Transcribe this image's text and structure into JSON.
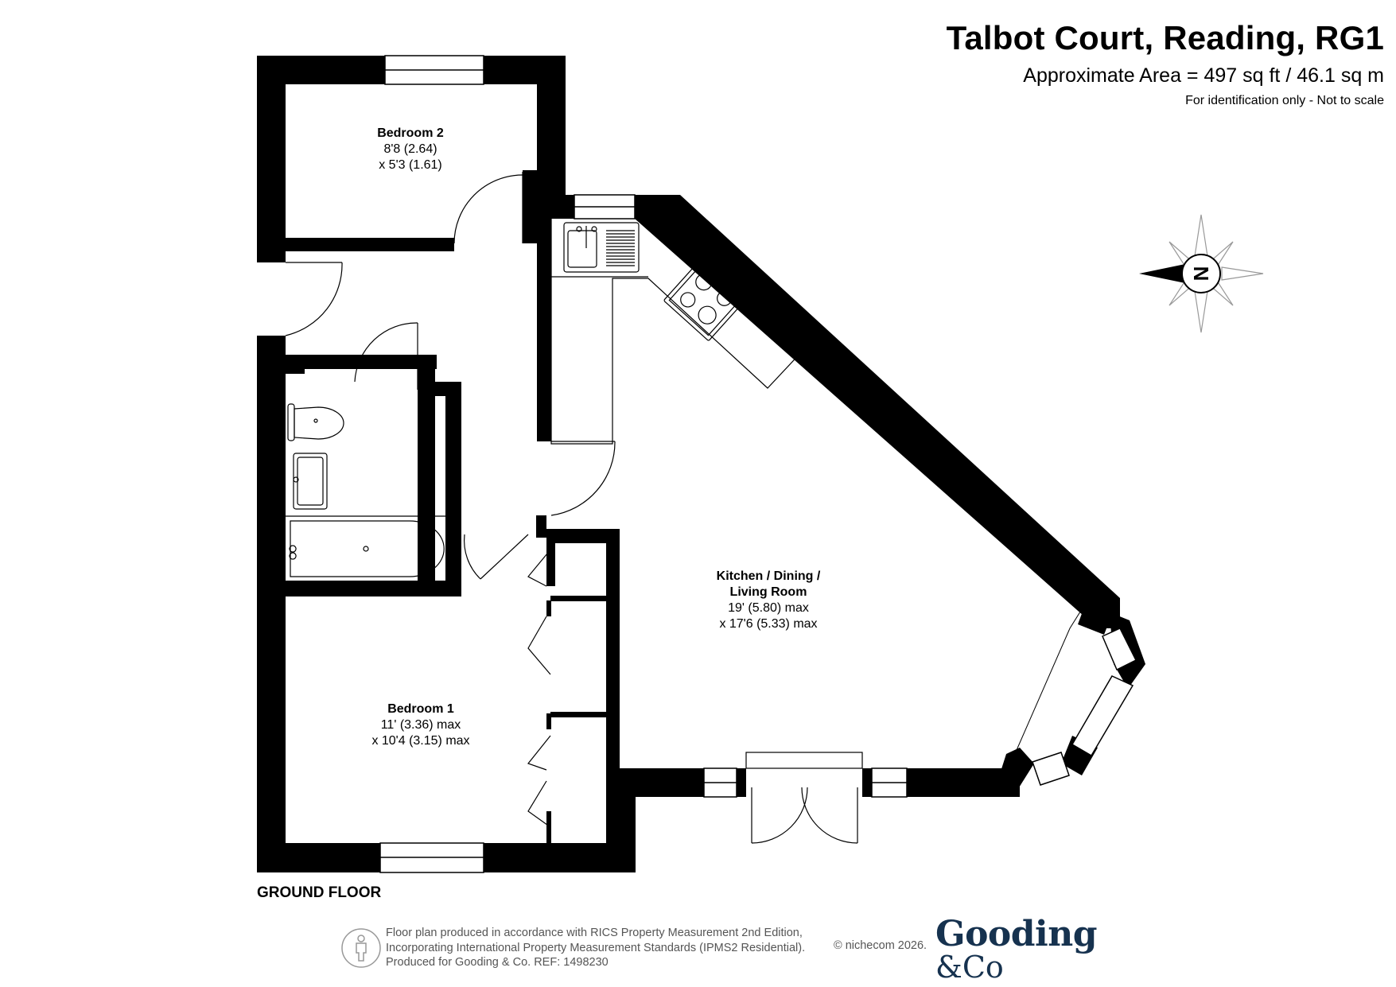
{
  "header": {
    "title": "Talbot Court, Reading, RG1",
    "area": "Approximate Area = 497 sq ft / 46.1 sq m",
    "disclaimer": "For identification only - Not to scale"
  },
  "rooms": {
    "bedroom2": {
      "name": "Bedroom 2",
      "dim1": "8'8 (2.64)",
      "dim2": "x 5'3 (1.61)"
    },
    "bedroom1": {
      "name": "Bedroom 1",
      "dim1": "11' (3.36) max",
      "dim2": "x 10'4 (3.15) max"
    },
    "kitchen": {
      "name1": "Kitchen / Dining /",
      "name2": "Living Room",
      "dim1": "19' (5.80) max",
      "dim2": "x 17'6 (5.33) max"
    }
  },
  "floor_label": "GROUND FLOOR",
  "compass": {
    "letter": "N"
  },
  "footer": {
    "line1": "Floor plan produced in accordance with RICS Property Measurement 2nd Edition,",
    "line2": "Incorporating International Property Measurement Standards (IPMS2 Residential).",
    "line3": "Produced for Gooding & Co.   REF: 1498230",
    "copyright": "© nichecom 2026."
  },
  "logo": {
    "line1": "Gooding",
    "line2": "&Co"
  },
  "colors": {
    "wall": "#000000",
    "logo": "#16324f",
    "footer_text": "#555555"
  }
}
